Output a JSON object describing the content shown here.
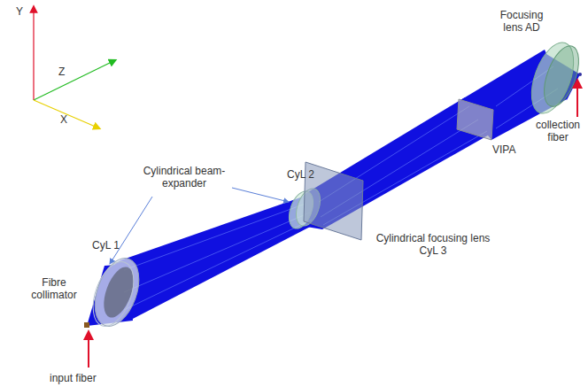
{
  "diagram": {
    "labels": [
      "Y",
      "Z",
      "X",
      "Focusing lens AD",
      "collection fiber",
      "VIPA",
      "CyL 2",
      "Cylindrical beam-expander",
      "Cylindrical focusing lens CyL 3",
      "CyL 1",
      "Fibre collimator",
      "input fiber"
    ]
  }
}
